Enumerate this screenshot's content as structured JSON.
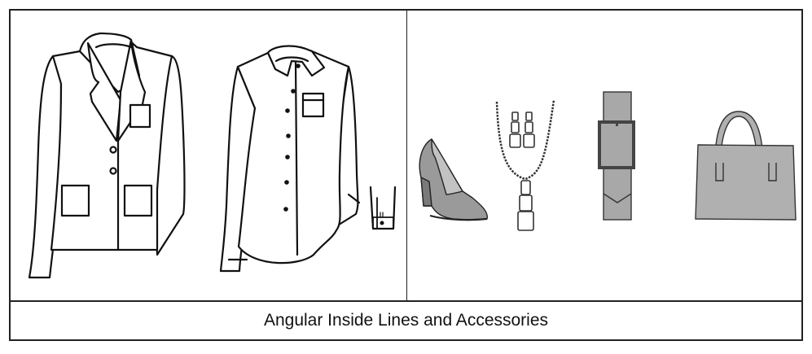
{
  "figure": {
    "caption": "Angular Inside Lines and Accessories",
    "panels": [
      {
        "id": "garments",
        "items": [
          {
            "name": "blazer",
            "detail": "notched lapel jacket with two buttons, chest pocket and two patch pockets"
          },
          {
            "name": "shirt",
            "detail": "button-front shirt with pointed collar, chest pocket and curved hem"
          },
          {
            "name": "cuff-detail",
            "detail": "sleeve cuff with button"
          }
        ]
      },
      {
        "id": "accessories",
        "items": [
          {
            "name": "pump-shoe"
          },
          {
            "name": "chain-necklace-and-earrings"
          },
          {
            "name": "belt-with-rectangular-buckle"
          },
          {
            "name": "handbag"
          }
        ]
      }
    ],
    "colors": {
      "line": "#111111",
      "accessory_fill": "#a8a8a8",
      "accessory_fill_light": "#c0c0c0",
      "buckle": "#444444"
    }
  }
}
